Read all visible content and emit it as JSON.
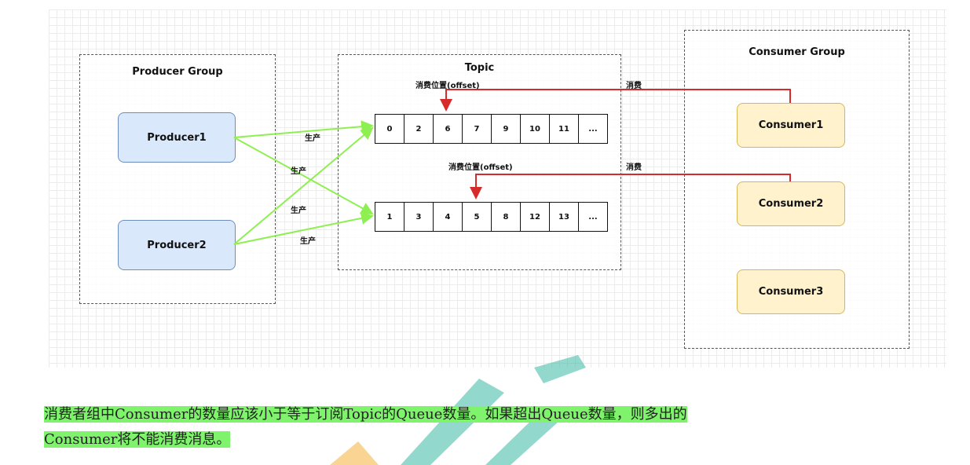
{
  "diagram": {
    "producer_group": {
      "title": "Producer Group",
      "producers": [
        "Producer1",
        "Producer2"
      ]
    },
    "topic": {
      "title": "Topic",
      "queue1": [
        "0",
        "2",
        "6",
        "7",
        "9",
        "10",
        "11",
        "..."
      ],
      "queue2": [
        "1",
        "3",
        "4",
        "5",
        "8",
        "12",
        "13",
        "..."
      ],
      "offset_label": "消费位置(offset)"
    },
    "consumer_group": {
      "title": "Consumer Group",
      "consumers": [
        "Consumer1",
        "Consumer2",
        "Consumer3"
      ]
    },
    "produce_label": "生产",
    "consume_label": "消费"
  },
  "note": {
    "line1": "消费者组中Consumer的数量应该小于等于订阅Topic的Queue数量。如果超出Queue数量，则多出的",
    "line2": "Consumer将不能消费消息。"
  },
  "colors": {
    "produce_arrow": "#8ef050",
    "consume_arrow": "#d62b2b",
    "producer_fill": "#dae8fc",
    "consumer_fill": "#fff2cc",
    "note_highlight": "#7ef36b"
  }
}
